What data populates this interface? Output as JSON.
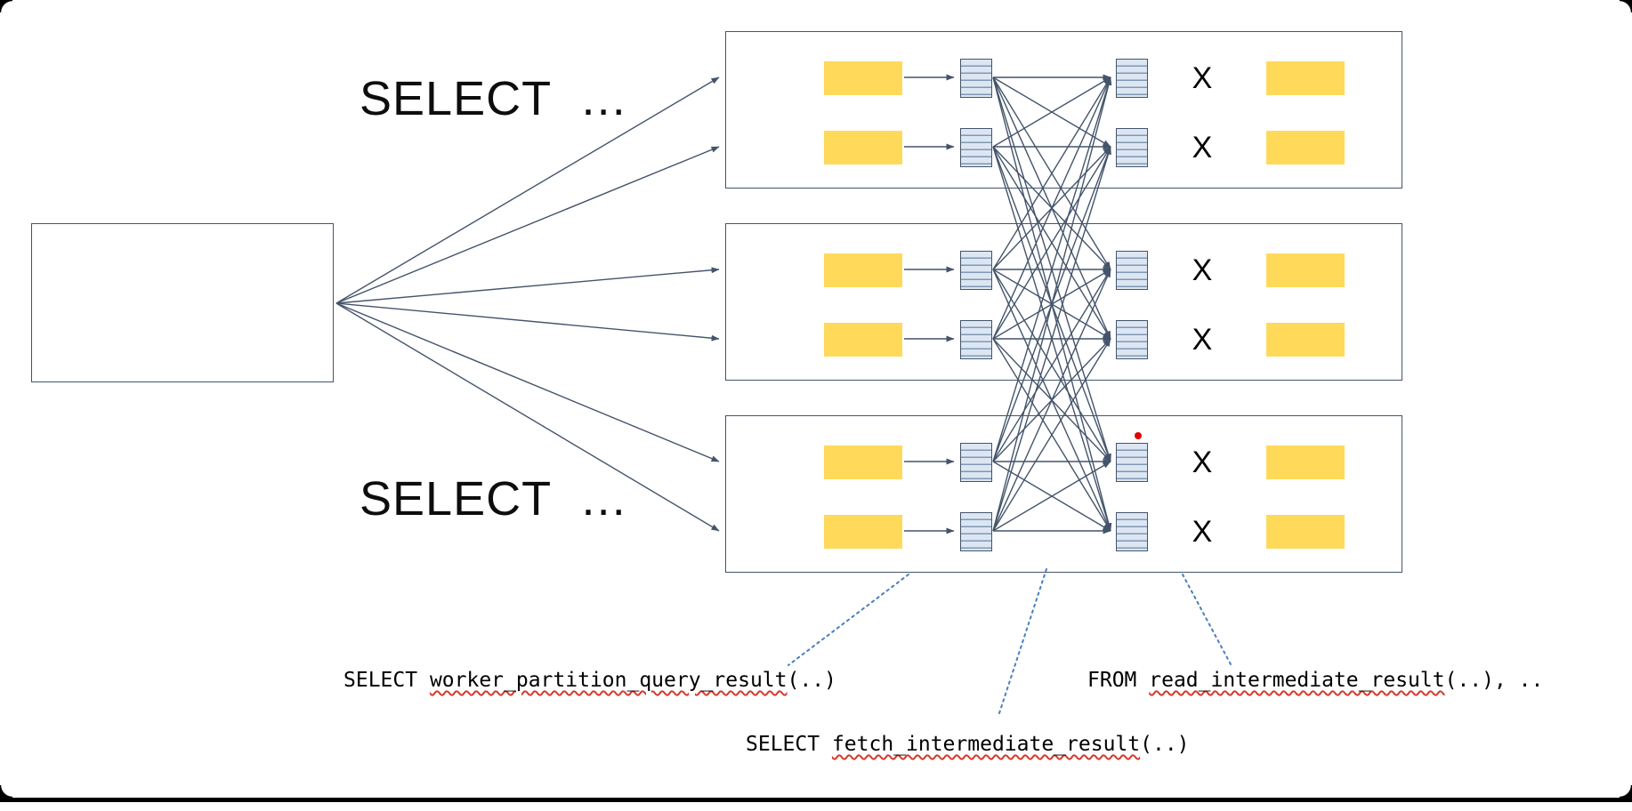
{
  "labels": {
    "select_top": "SELECT  …",
    "select_bottom": "SELECT  …",
    "cross": "X"
  },
  "annotations": {
    "partition": {
      "prefix": "SELECT ",
      "function": "worker_partition_query_result",
      "suffix": "(..)"
    },
    "fetch": {
      "prefix": "SELECT ",
      "function": "fetch_intermediate_result",
      "suffix": "(..)"
    },
    "read": {
      "prefix": "FROM ",
      "function": "read_intermediate_result",
      "suffix": "(..), .."
    }
  },
  "colors": {
    "outline": "#44546A",
    "yellow_fill": "#FFD95A",
    "stripe_fill": "#DCE6F2",
    "leader_blue": "#4A7EBB",
    "squiggle_red": "#D43B2E",
    "marker_red": "#E00000"
  },
  "icons": {
    "partition_file": "striped-table-icon",
    "intermediate_file": "striped-table-icon"
  }
}
